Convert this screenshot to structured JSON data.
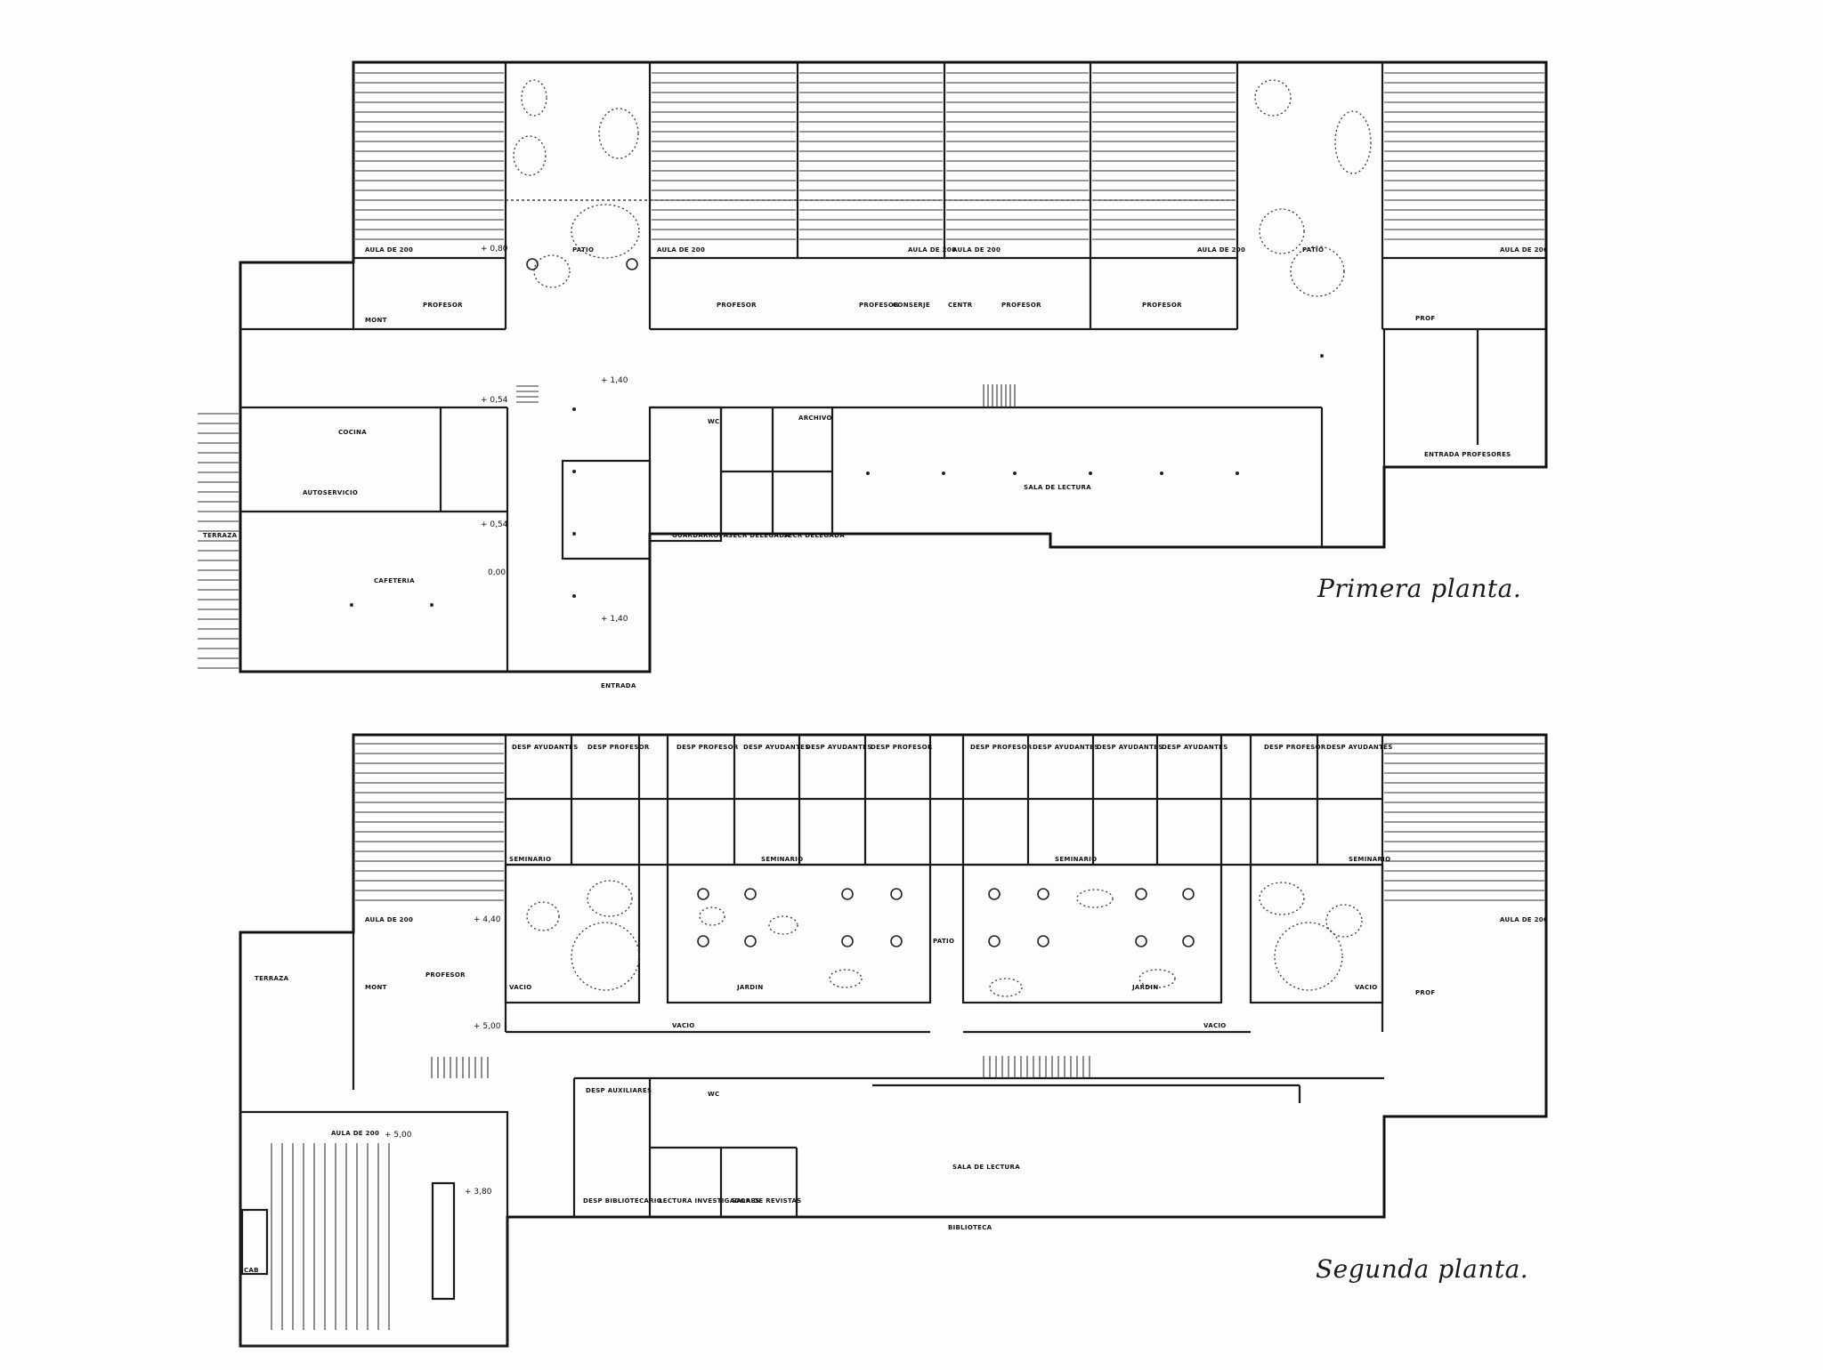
{
  "captions": {
    "first_floor": "Primera planta.",
    "second_floor": "Segunda planta."
  },
  "first_floor": {
    "rooms": {
      "aula1": "AULA DE 200",
      "aula2": "AULA DE 200",
      "aula3": "AULA DE 200",
      "aula4": "AULA DE 200",
      "aula5": "AULA DE 200",
      "aula6": "AULA DE 200",
      "patio1": "PATIO",
      "patio2": "PATIO",
      "profesor1": "PROFESOR",
      "profesor2": "PROFESOR",
      "profesor3": "PROFESOR",
      "profesor4": "PROFESOR",
      "profesor5": "PROFESOR",
      "prof": "PROF",
      "conserje": "CONSERJE",
      "centr": "CENTR",
      "mont": "MONT",
      "cocina": "COCINA",
      "autoservicio": "AUTOSERVICIO",
      "terraza": "TERRAZA",
      "cafeteria": "CAFETERIA",
      "guardarropa": "GUARDARROPA",
      "secr_delegada1": "SECR DELEGADA",
      "secr_delegada2": "SECR DELEGADA",
      "archivo": "ARCHIVO",
      "sala_lectura": "SALA DE LECTURA",
      "entrada": "ENTRADA",
      "entrada_profesores": "ENTRADA PROFESORES",
      "wc": "WC"
    },
    "levels": {
      "l1": "+ 0,80",
      "l2": "+ 1,40",
      "l3": "+ 0,54",
      "l4": "+ 0,54",
      "l5": "0,00",
      "l6": "+ 1,40"
    }
  },
  "second_floor": {
    "rooms": {
      "desp_ayudantes1": "DESP AYUDANTES",
      "desp_profesor1": "DESP PROFESOR",
      "desp_profesor2": "DESP PROFESOR",
      "desp_ayudantes2": "DESP AYUDANTES",
      "desp_ayudantes3": "DESP AYUDANTES",
      "desp_profesor3": "DESP PROFESOR",
      "desp_profesor4": "DESP PROFESOR",
      "desp_ayudantes4": "DESP AYUDANTES",
      "desp_ayudantes5": "DESP AYUDANTES",
      "desp_ayudantes6": "DESP AYUDANTES",
      "desp_profesor5": "DESP PROFESOR",
      "desp_ayudantes7": "DESP AYUDANTES",
      "seminario1": "SEMINARIO",
      "seminario2": "SEMINARIO",
      "seminario3": "SEMINARIO",
      "seminario4": "SEMINARIO",
      "aula_a": "AULA DE 200",
      "aula_b": "AULA DE 200",
      "aula_c": "AULA DE 200",
      "profesor": "PROFESOR",
      "prof": "PROF",
      "mont": "MONT",
      "terraza": "TERRAZA",
      "vacio1": "VACIO",
      "vacio2": "VACIO",
      "vacio3": "VACIO",
      "vacio4": "VACIO",
      "jardin1": "JARDIN",
      "jardin2": "JARDIN",
      "patio": "PATIO",
      "desp_auxiliares": "DESP AUXILIARES",
      "desp_bibliotecario": "DESP BIBLIOTECARIO",
      "lectura_investigadores": "LECTURA INVESTIGADORES",
      "sala_revistas": "SALA DE REVISTAS",
      "sala_lectura": "SALA DE LECTURA",
      "biblioteca": "BIBLIOTECA",
      "cab": "CAB",
      "wc": "WC"
    },
    "levels": {
      "l1": "+ 4,40",
      "l2": "+ 5,00",
      "l3": "+ 5,00",
      "l4": "+ 3,80"
    }
  }
}
